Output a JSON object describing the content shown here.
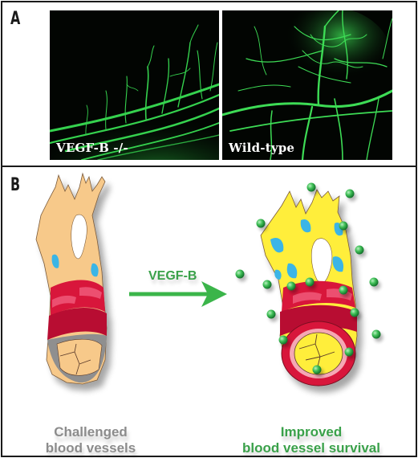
{
  "panel_a": {
    "letter": "A",
    "left_image": {
      "label": "VEGF-B -/-"
    },
    "right_image": {
      "label": "Wild-type"
    }
  },
  "panel_b": {
    "letter": "B",
    "arrow_label": "VEGF-B",
    "left_caption_line1": "Challenged",
    "left_caption_line2": "blood vessels",
    "right_caption_line1": "Improved",
    "right_caption_line2": "blood vessel survival"
  },
  "colors": {
    "vessel_green": "#2fd14a",
    "arrow_green": "#3bb54a",
    "endothelium_peach": "#f7c98a",
    "endothelium_yellow": "#ffee3a",
    "pericyte_blue": "#3bb5e6",
    "muscle_red": "#d8143a",
    "lumen_gray": "#8f8f8f",
    "caption_gray": "#8c8c8c",
    "caption_green": "#3aa14a"
  }
}
